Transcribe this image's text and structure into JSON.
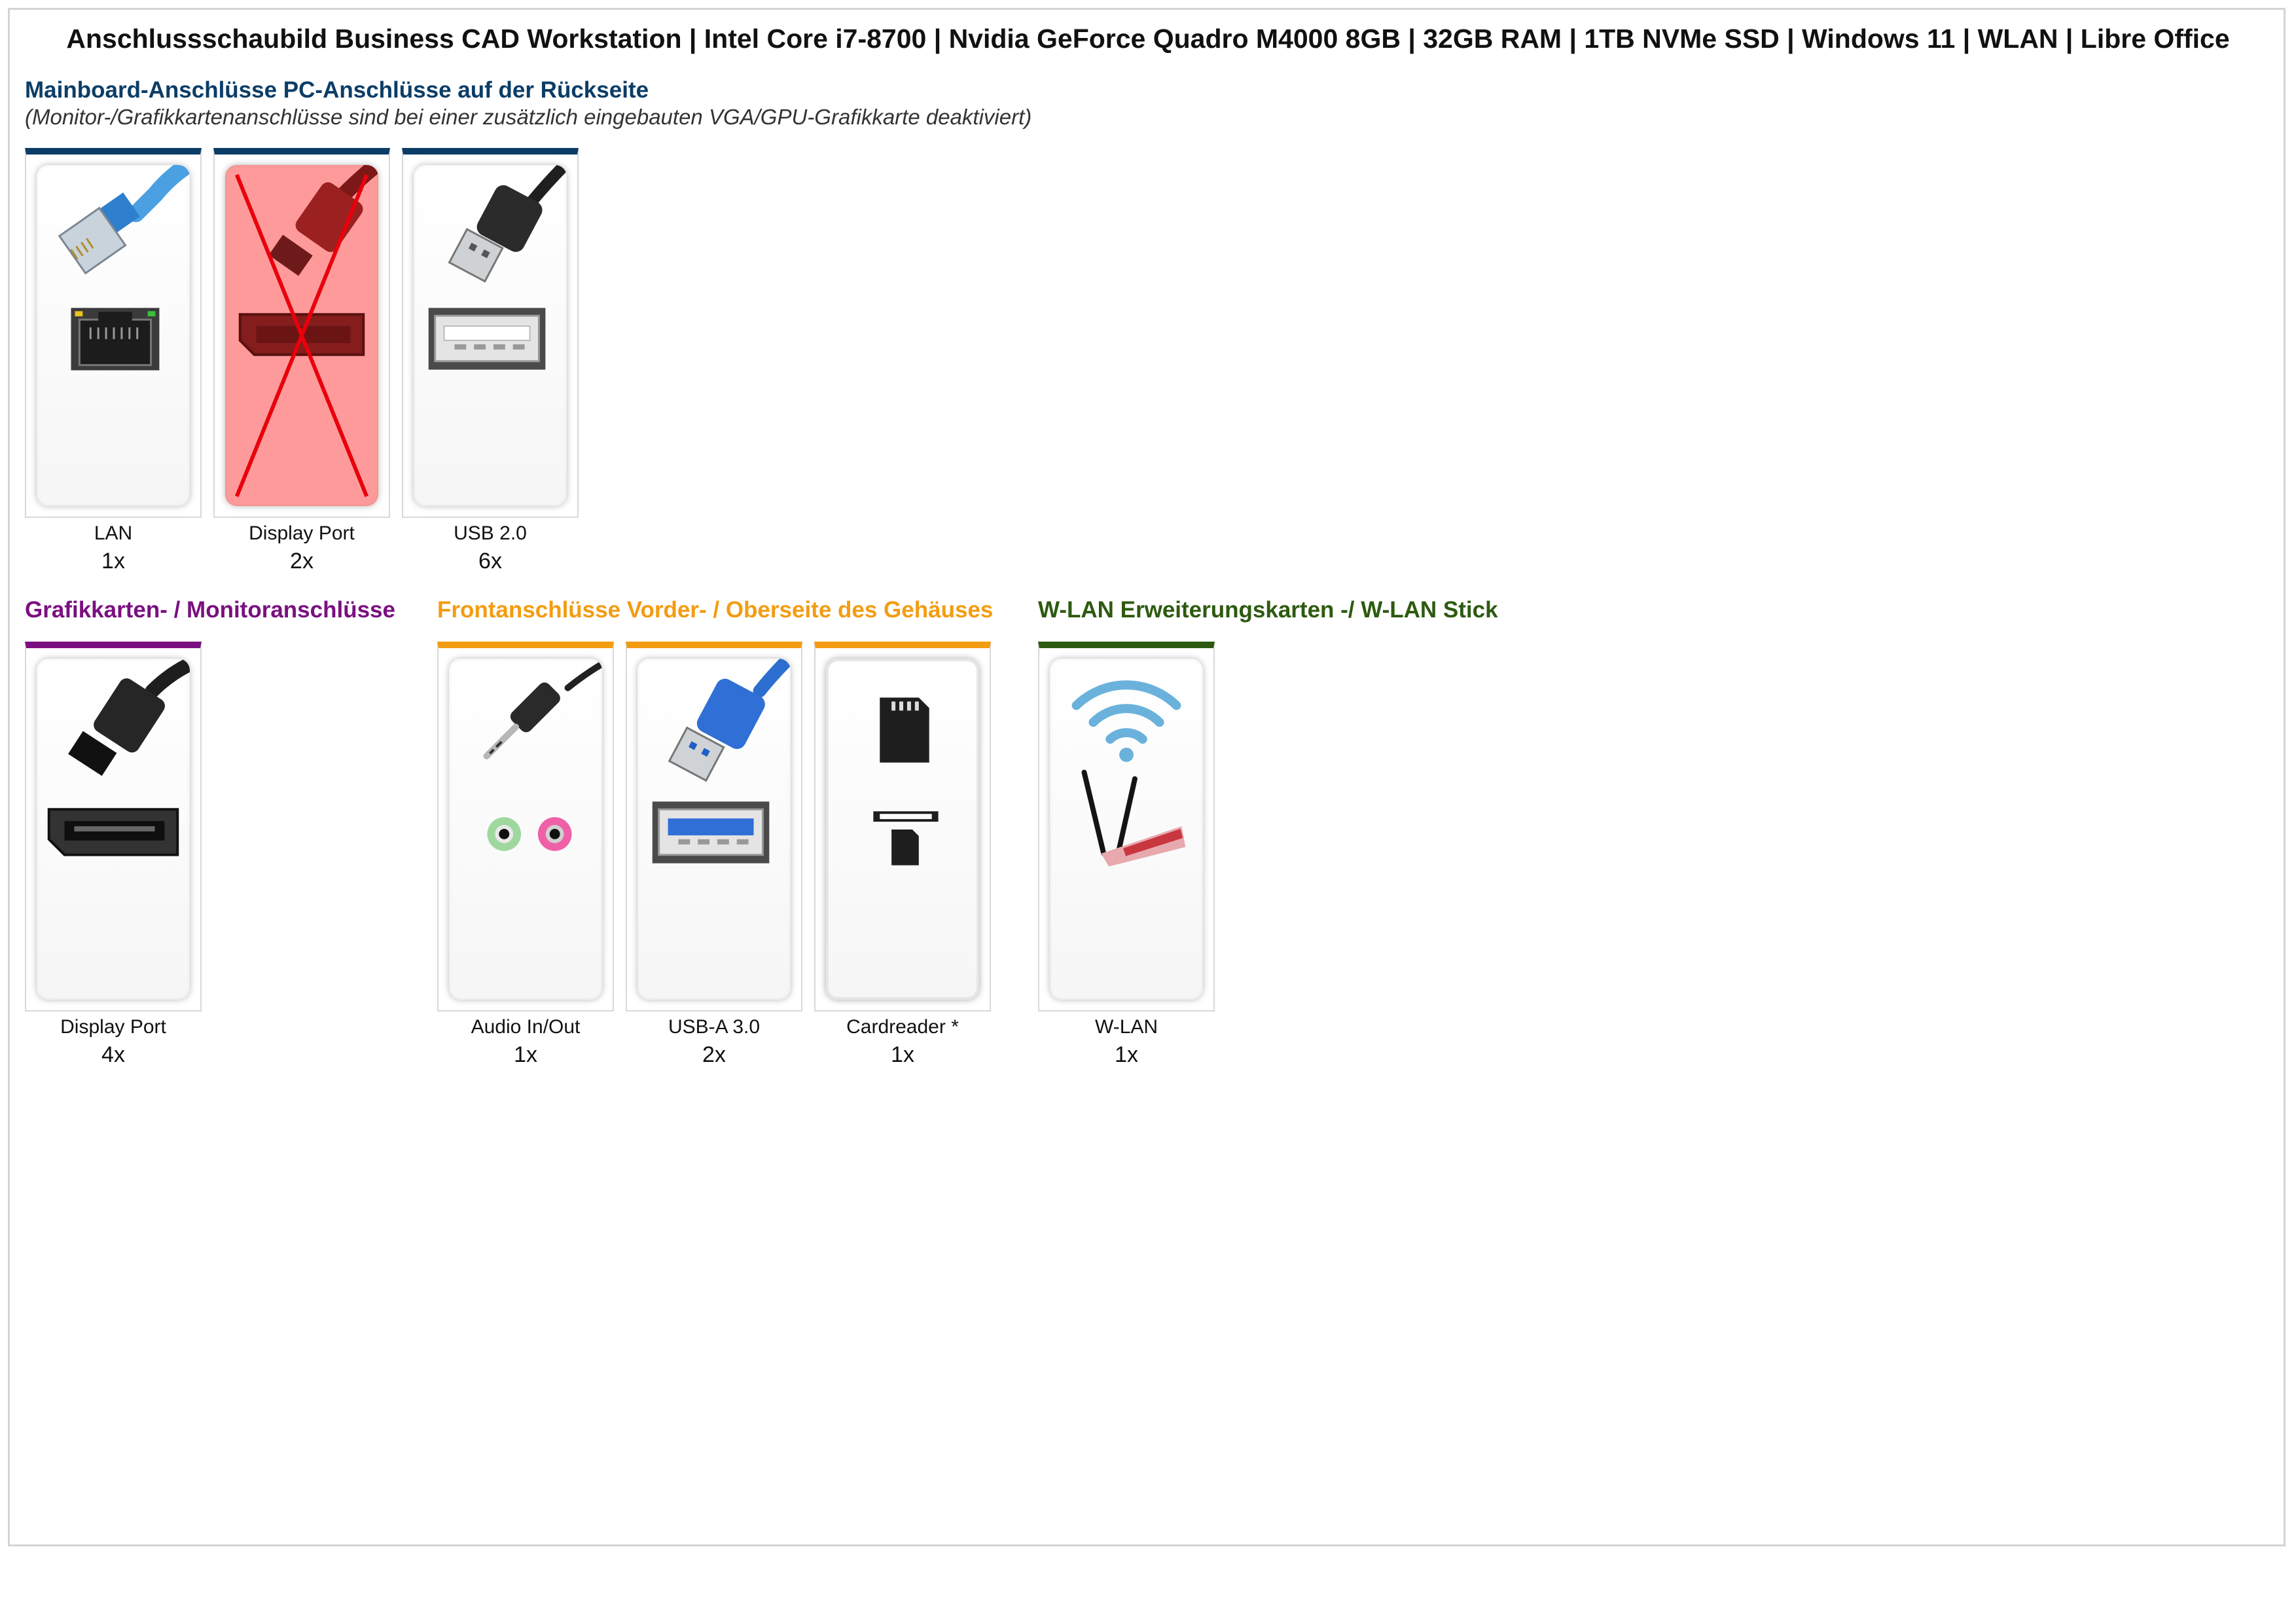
{
  "title": "Anschlussschaubild Business CAD Workstation | Intel Core i7-8700 | Nvidia GeForce Quadro M4000 8GB | 32GB RAM | 1TB NVMe SSD | Windows 11 | WLAN | Libre Office",
  "colors": {
    "mainboard": "#0b3d67",
    "graphics": "#7a1080",
    "front": "#f39c12",
    "wlan": "#2d5a10",
    "disabled_fill": "#fe9a9a",
    "disabled_cross": "#e8000b"
  },
  "sections": {
    "mainboard": {
      "title": "Mainboard-Anschlüsse PC-Anschlüsse auf der Rückseite",
      "subtitle": "(Monitor-/Grafikkartenanschlüsse sind bei einer zusätzlich eingebauten VGA/GPU-Grafikkarte deaktiviert)",
      "ports": [
        {
          "label": "LAN",
          "count": "1x",
          "icon": "lan-port-icon"
        },
        {
          "label": "Display Port",
          "count": "2x",
          "icon": "displayport-icon",
          "disabled": true
        },
        {
          "label": "USB 2.0",
          "count": "6x",
          "icon": "usb-2-icon"
        }
      ]
    },
    "graphics": {
      "title": "Grafikkarten- / Monitoranschlüsse",
      "ports": [
        {
          "label": "Display Port",
          "count": "4x",
          "icon": "displayport-icon"
        }
      ]
    },
    "front": {
      "title": "Frontanschlüsse Vorder- / Oberseite des Gehäuses",
      "ports": [
        {
          "label": "Audio In/Out",
          "count": "1x",
          "icon": "audio-jack-icon"
        },
        {
          "label": "USB-A 3.0",
          "count": "2x",
          "icon": "usb-3-icon"
        },
        {
          "label": "Cardreader *",
          "count": "1x",
          "icon": "sd-card-icon"
        }
      ]
    },
    "wlan": {
      "title": "W-LAN Erweiterungskarten -/ W-LAN Stick",
      "ports": [
        {
          "label": "W-LAN",
          "count": "1x",
          "icon": "wifi-icon"
        }
      ]
    }
  }
}
